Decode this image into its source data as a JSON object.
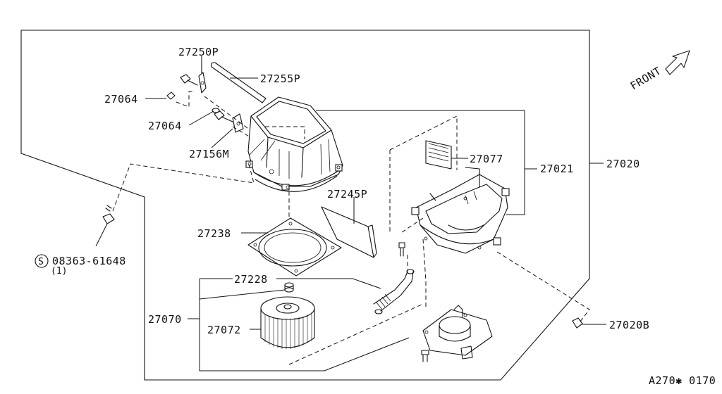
{
  "diagram": {
    "direction_label": "FRONT",
    "footer_code": "A270✱ 0170",
    "callouts": {
      "p27250P": "27250P",
      "p27255P": "27255P",
      "p27064a": "27064",
      "p27064b": "27064",
      "p27156M": "27156M",
      "p27077": "27077",
      "p27021": "27021",
      "p27020": "27020",
      "p27245P": "27245P",
      "p27238": "27238",
      "p27228": "27228",
      "p27070": "27070",
      "p27072": "27072",
      "p27020B": "27020B",
      "bolt_code": "08363-61648",
      "bolt_qty": "(1)",
      "bolt_symbol": "S"
    }
  }
}
